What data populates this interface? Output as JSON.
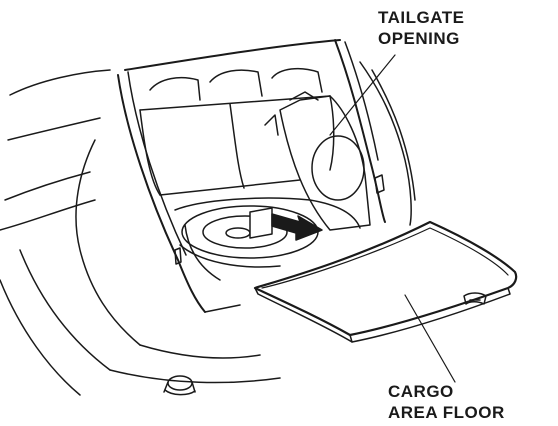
{
  "labels": {
    "tailgate": [
      "TAILGATE",
      "OPENING"
    ],
    "cargo": [
      "CARGO",
      "AREA FLOOR"
    ]
  },
  "colors": {
    "line": "#1a1a1a",
    "fill": "#ffffff"
  }
}
